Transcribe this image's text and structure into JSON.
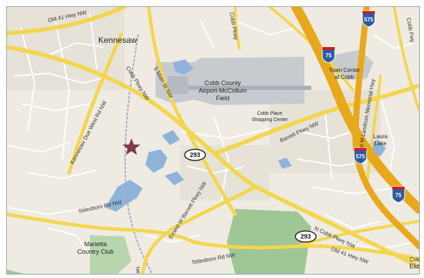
{
  "colors": {
    "land": "#efebe2",
    "major_road": "#f2d64f",
    "highway": "#e8a81c",
    "minor_road": "#ffffff",
    "water": "#8fb3d9",
    "park": "#9fc795",
    "airport": "#c7cbd0",
    "star": "#7b3a46",
    "frame": "#9aa3b1"
  },
  "places": {
    "kennesaw": "Kennesaw",
    "airport": [
      "Cobb County",
      "Airport-McCollum",
      "Field"
    ],
    "town_center": [
      "Town Center",
      "at Cobb"
    ],
    "cobb_place": [
      "Cobb Place",
      "Shopping Center"
    ],
    "laura_lake": [
      "Laura",
      "Lake"
    ],
    "marietta_cc": [
      "Marietta",
      "Country Club"
    ],
    "eliz_partial": "Eliz",
    "cobb_pkwy_partial": "Cobb Pk"
  },
  "roads": {
    "old41_top": "Old 41 Hwy NW",
    "cobb_pkwy": "Cobb Pkwy NW",
    "main_st": "S Main St NW",
    "cobb_pkwy_top": "Cobb Pkwy",
    "kennesaw_due_west": "Kennesaw Due West Rd NW",
    "barrett_pkwy": "Barrett Pkwy NW",
    "ernest_barrett": "Ernest W Barrett Pkwy NW",
    "stilesboro_left": "Stilesboro Rd NW",
    "stilesboro_bottom": "Stilesboro Rd NW",
    "n_cobb_pkwy": "N Cobb Pkwy NW",
    "old41_bottom": "Old 41 Hwy NW",
    "philip_landrum": "Philip M Landrum Memorial Hwy",
    "chastain_partial": "Ne",
    "cobb_fwy_partial": "Cobb Fwy"
  },
  "shields": {
    "i575_top": "575",
    "i75_upper": "75",
    "i575_mid": "575",
    "i75_lower": "75",
    "sr293_mid": "293",
    "sr293_low": "293"
  },
  "marker": {
    "type": "star",
    "icon": "star-marker-icon"
  }
}
